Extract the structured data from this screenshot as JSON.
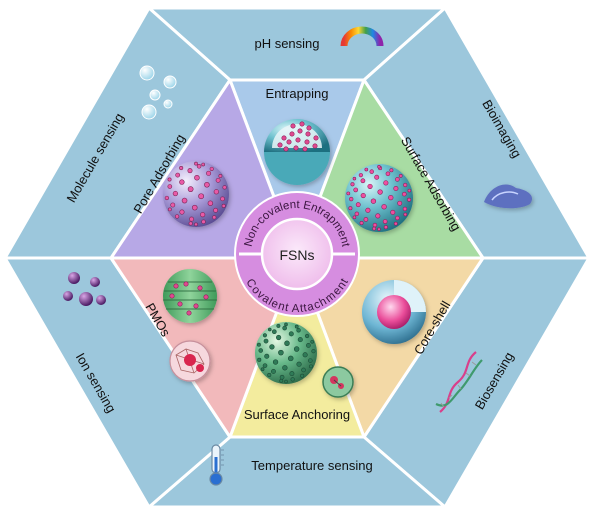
{
  "center": {
    "label": "FSNs",
    "ring_top": "Non-covalent Entrapment",
    "ring_bottom": "Covalent Attachment"
  },
  "inner_segments": {
    "top": "Entrapping",
    "upper_right": "Surface Adsorbing",
    "lower_right": "Core-shell",
    "bottom": "Surface Anchoring",
    "lower_left": "PMOs",
    "upper_left": "Pore Adsorbing"
  },
  "outer_panels": {
    "top": "pH sensing",
    "upper_right": "Bioimaging",
    "lower_right": "Biosensing",
    "bottom": "Temperature sensing",
    "lower_left": "Ion sensing",
    "upper_left": "Molecule sensing"
  },
  "icons": {
    "top": "rainbow-ph-scale-icon",
    "upper_right": "cell-bioimaging-icon",
    "lower_right": "dna-helix-icon",
    "bottom": "thermometer-icon",
    "lower_left": "ion-spheres-icon",
    "upper_left": "bubbles-icon"
  },
  "colors": {
    "outer_frame": "#9cc7dc",
    "outer_border": "#ffffff",
    "entrapping": "#a9c9ea",
    "surface_adsorbing": "#a8dca3",
    "core_shell": "#f3d9a6",
    "surface_anchoring": "#f3ec9e",
    "pmos": "#f2b9bb",
    "pore_adsorbing": "#b7a8e6",
    "ring": "#d98fe0",
    "center": "#f2c8ee"
  }
}
